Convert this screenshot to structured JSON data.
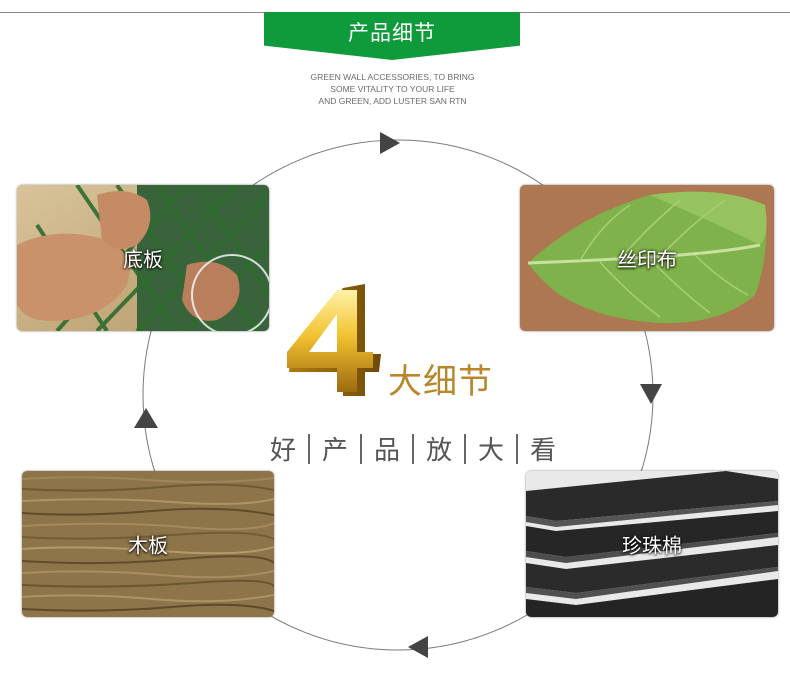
{
  "banner": {
    "title": "产品细节",
    "subtitle_lines": [
      "GREEN WALL ACCESSORIES, TO BRING",
      "SOME VITALITY TO YOUR LIFE",
      "AND GREEN, ADD LUSTER SAN RTN"
    ],
    "color": "#0f9a3b"
  },
  "center": {
    "number": "4",
    "heading": "大细节",
    "enlarge_chars": [
      "好",
      "产",
      "品",
      "放",
      "大",
      "看"
    ],
    "heading_color": "#b8862b"
  },
  "cards": {
    "baseboard": {
      "label": "底板"
    },
    "silk": {
      "label": "丝印布"
    },
    "wood": {
      "label": "木板"
    },
    "foam": {
      "label": "珍珠棉"
    }
  },
  "icons": {
    "cycle_arrows": "triangle-arrow-icon"
  }
}
